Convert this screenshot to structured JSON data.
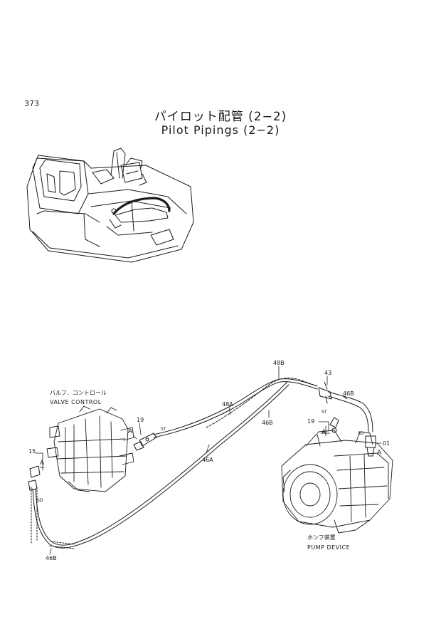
{
  "page_number": "373",
  "title_jp": "パイロット配管 (2−2)",
  "title_en": "Pilot Pipings (2−2)",
  "labels": {
    "valve_control_jp": "バルフ．コントロール",
    "valve_control_en": "VALVE  CONTROL",
    "pump_device_jp": "ホンフ装置",
    "pump_device_en": "PUMP DEVICE",
    "p48B": "48B",
    "p43": "43",
    "p46B_top": "46B",
    "p48A": "48A",
    "p46B_mid": "46B",
    "p19_left": "19",
    "p19_right": "19",
    "p46A": "46A",
    "p15": "15",
    "p01": "01",
    "p46B_bottom": "46B",
    "tag_A_left": "A",
    "tag_A_mid": "A",
    "tag_A_right": "A",
    "tag_A_pump": "A",
    "tag_SD_left": "SD",
    "tag_SD_right": "SD",
    "tag_ST_mid": "ST",
    "tag_ST_right": "ST"
  }
}
